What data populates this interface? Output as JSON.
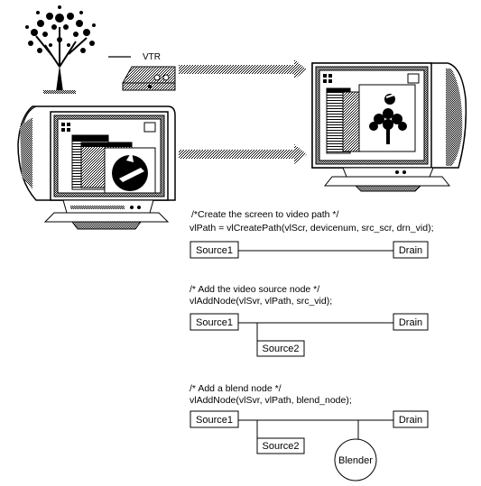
{
  "top": {
    "vtr_label": "VTR"
  },
  "diagram1": {
    "comment": "/*Create the screen to video path */",
    "code": "vlPath  =  vlCreatePath(vlScr,   devicenum,   src_scr,   drn_vid);",
    "source": "Source1",
    "drain": "Drain"
  },
  "diagram2": {
    "comment": "/*  Add  the  video  source  node  */",
    "code": "vlAddNode(vlSvr,    vlPath,    src_vid);",
    "source": "Source1",
    "drain": "Drain",
    "source2": "Source2"
  },
  "diagram3": {
    "comment": "/*  Add  a  blend  node  */",
    "code": "vlAddNode(vlSvr,    vlPath,    blend_node);",
    "source": "Source1",
    "drain": "Drain",
    "source2": "Source2",
    "blender": "Blender"
  }
}
